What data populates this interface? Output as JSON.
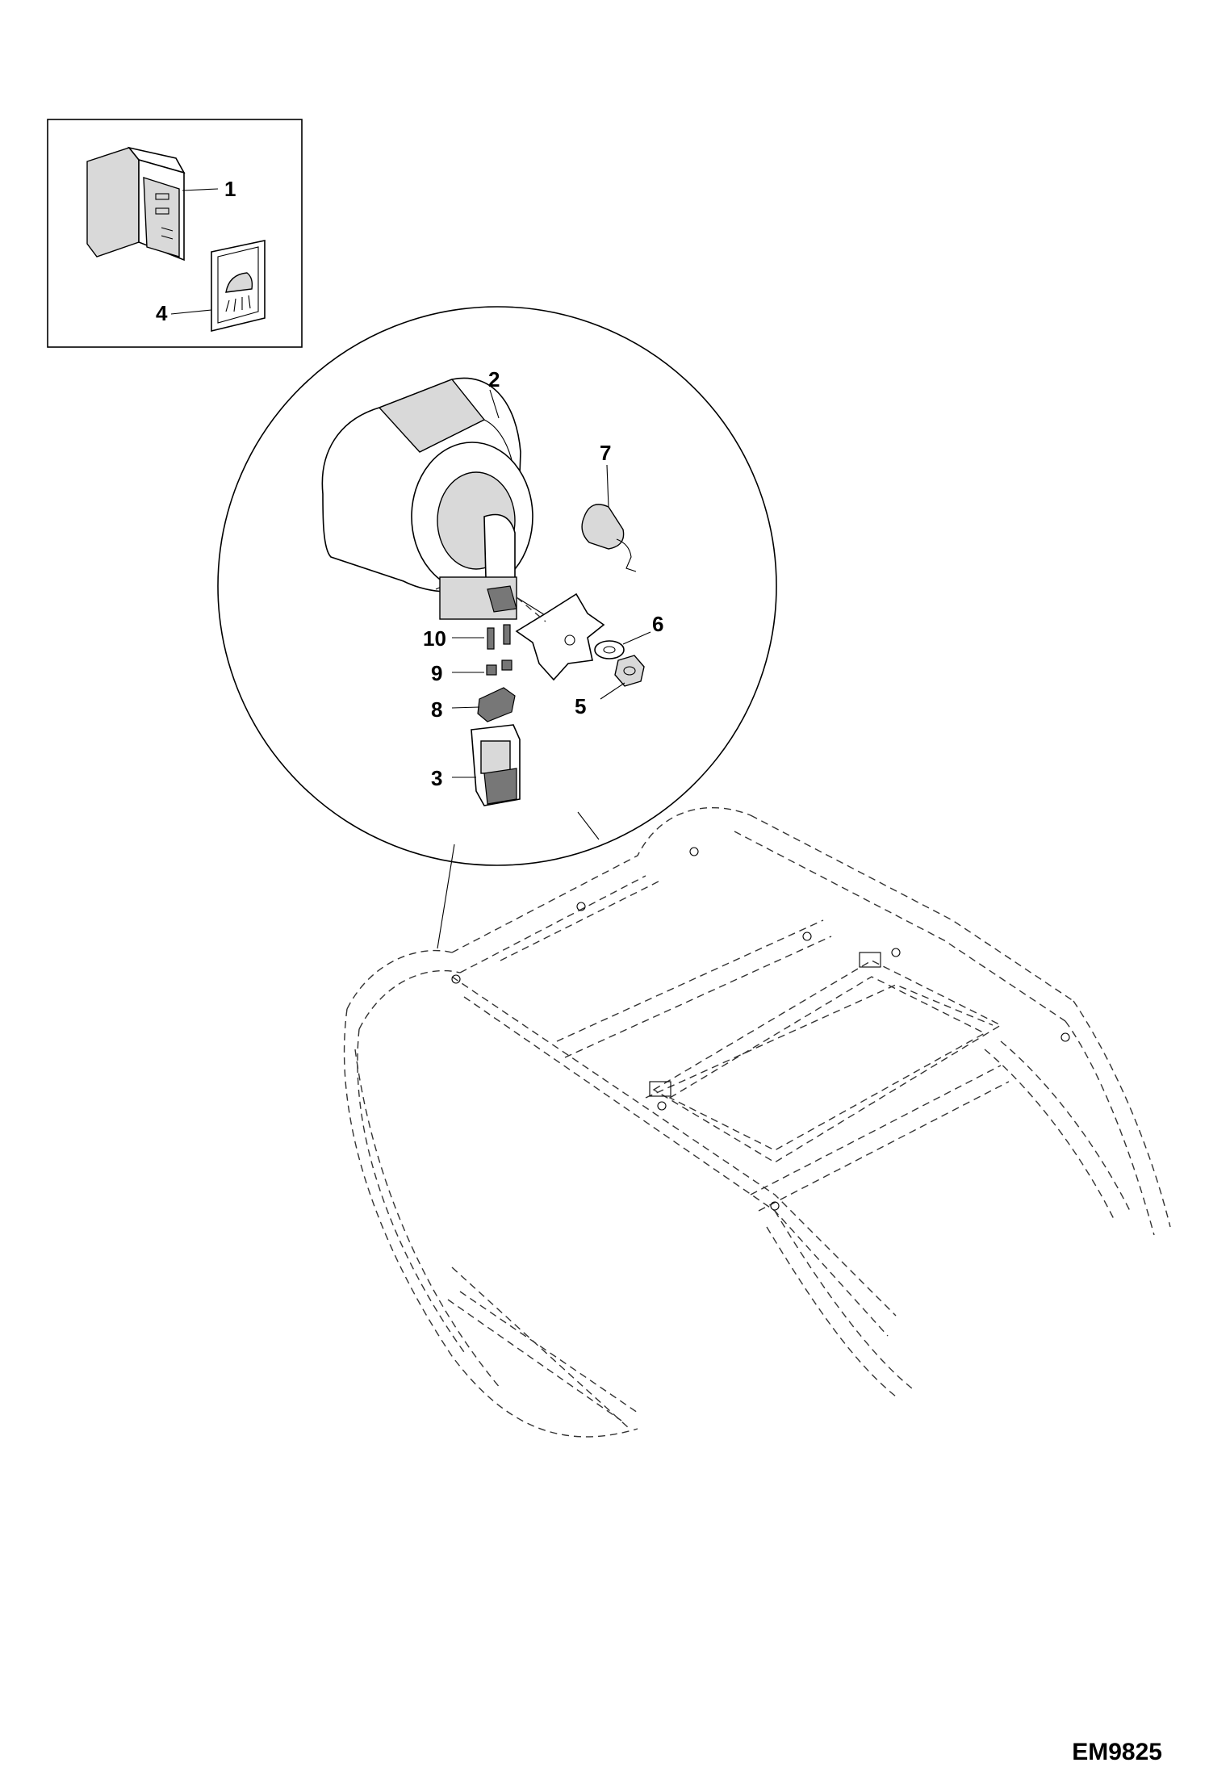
{
  "figure_id": "EM9825",
  "callouts": {
    "c1": "1",
    "c2": "2",
    "c3": "3",
    "c4": "4",
    "c5": "5",
    "c6": "6",
    "c7": "7",
    "c8": "8",
    "c9": "9",
    "c10": "10"
  }
}
